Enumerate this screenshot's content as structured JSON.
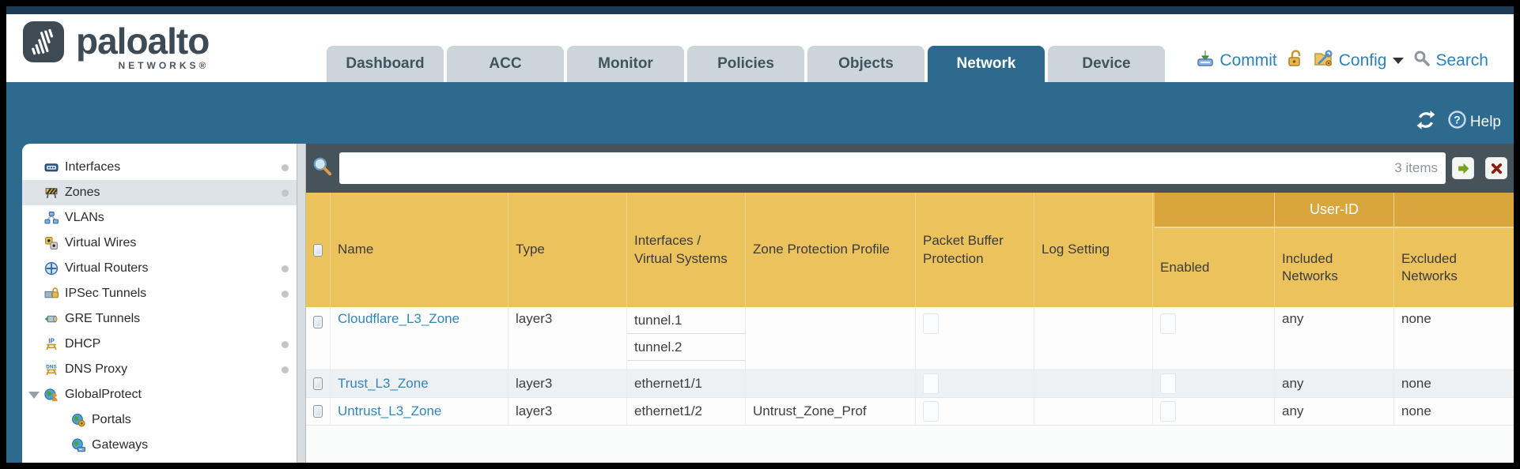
{
  "logo": {
    "brand": "paloalto",
    "sub": "NETWORKS®"
  },
  "nav": {
    "tabs": [
      {
        "label": "Dashboard",
        "active": false
      },
      {
        "label": "ACC",
        "active": false
      },
      {
        "label": "Monitor",
        "active": false
      },
      {
        "label": "Policies",
        "active": false
      },
      {
        "label": "Objects",
        "active": false
      },
      {
        "label": "Network",
        "active": true
      },
      {
        "label": "Device",
        "active": false
      }
    ]
  },
  "utilities": {
    "commit": "Commit",
    "config": "Config",
    "search": "Search"
  },
  "band": {
    "help": "Help"
  },
  "sidebar": {
    "items": [
      {
        "label": "Interfaces",
        "icon": "interfaces-icon",
        "dot": true,
        "selected": false
      },
      {
        "label": "Zones",
        "icon": "zones-icon",
        "dot": true,
        "selected": true
      },
      {
        "label": "VLANs",
        "icon": "vlans-icon",
        "dot": false,
        "selected": false
      },
      {
        "label": "Virtual Wires",
        "icon": "virtual-wires-icon",
        "dot": false,
        "selected": false
      },
      {
        "label": "Virtual Routers",
        "icon": "virtual-routers-icon",
        "dot": true,
        "selected": false
      },
      {
        "label": "IPSec Tunnels",
        "icon": "ipsec-tunnels-icon",
        "dot": true,
        "selected": false
      },
      {
        "label": "GRE Tunnels",
        "icon": "gre-tunnels-icon",
        "dot": false,
        "selected": false
      },
      {
        "label": "DHCP",
        "icon": "dhcp-icon",
        "dot": true,
        "selected": false
      },
      {
        "label": "DNS Proxy",
        "icon": "dns-proxy-icon",
        "dot": true,
        "selected": false
      },
      {
        "label": "GlobalProtect",
        "icon": "globalprotect-icon",
        "dot": false,
        "selected": false,
        "expanded": true
      },
      {
        "label": "Portals",
        "icon": "portals-icon",
        "dot": false,
        "selected": false,
        "child": true
      },
      {
        "label": "Gateways",
        "icon": "gateways-icon",
        "dot": false,
        "selected": false,
        "child": true
      }
    ]
  },
  "filter": {
    "value": "",
    "count": "3 items"
  },
  "table": {
    "group_header": "User-ID",
    "columns": [
      "",
      "Name",
      "Type",
      "Interfaces / Virtual Systems",
      "Zone Protection Profile",
      "Packet Buffer Protection",
      "Log Setting",
      "Enabled",
      "Included Networks",
      "Excluded Networks"
    ],
    "rows": [
      {
        "name": "Cloudflare_L3_Zone",
        "type": "layer3",
        "interfaces": [
          "tunnel.1",
          "tunnel.2"
        ],
        "zone_protection": "",
        "packet_buffer_checked": false,
        "log_setting": "",
        "enabled_checked": false,
        "included_networks": "any",
        "excluded_networks": "none"
      },
      {
        "name": "Trust_L3_Zone",
        "type": "layer3",
        "interfaces": [
          "ethernet1/1"
        ],
        "zone_protection": "",
        "packet_buffer_checked": false,
        "log_setting": "",
        "enabled_checked": false,
        "included_networks": "any",
        "excluded_networks": "none"
      },
      {
        "name": "Untrust_L3_Zone",
        "type": "layer3",
        "interfaces": [
          "ethernet1/2"
        ],
        "zone_protection": "Untrust_Zone_Prof",
        "packet_buffer_checked": false,
        "log_setting": "",
        "enabled_checked": false,
        "included_networks": "any",
        "excluded_networks": "none"
      }
    ]
  },
  "colors": {
    "top_navy": "#1d3b54",
    "accent_teal": "#2e6a8d",
    "slate": "#47535b",
    "header_gold": "#ecc25c",
    "userid_gold": "#d9a63e",
    "link_blue": "#3186b8"
  }
}
